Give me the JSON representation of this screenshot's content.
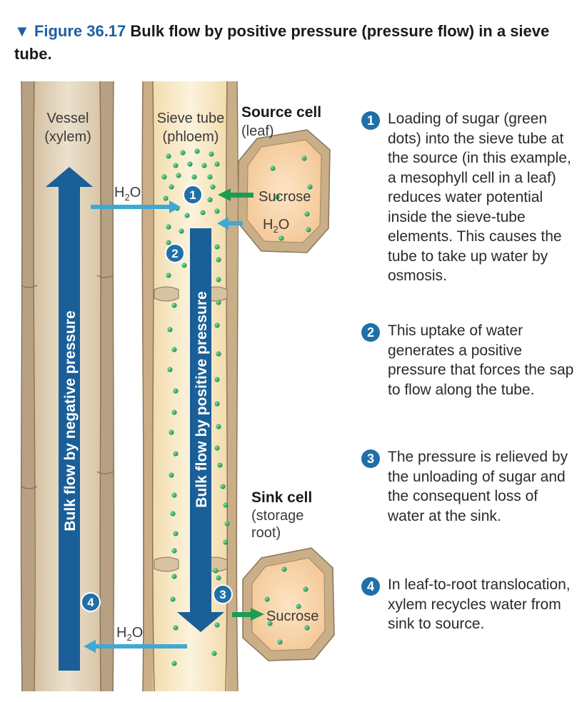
{
  "figure": {
    "label": "▼ Figure 36.17",
    "title": "Bulk flow by positive pressure (pressure flow) in a sieve tube."
  },
  "labels": {
    "vessel": "Vessel",
    "vessel_sub": "(xylem)",
    "sieve": "Sieve tube",
    "sieve_sub": "(phloem)",
    "source_cell": "Source cell",
    "source_sub": "(leaf)",
    "sink_cell": "Sink cell",
    "sink_sub1": "(storage",
    "sink_sub2": "root)",
    "sucrose_in": "Sucrose",
    "sucrose_out": "Sucrose",
    "h2o": "H",
    "h2o_sub": "2",
    "h2o_o": "O",
    "negative_pressure": "Bulk flow by negative pressure",
    "positive_pressure": "Bulk flow by positive pressure"
  },
  "markers": [
    "1",
    "2",
    "3",
    "4"
  ],
  "steps": [
    {
      "num": "1",
      "text": "Loading of sugar (green dots) into the sieve tube at the source (in this example, a mesophyll cell in a leaf) reduces water potential inside the sieve-tube elements. This causes the tube to take up water by osmosis."
    },
    {
      "num": "2",
      "text": "This uptake of water generates a positive pressure that forces the sap to flow along the tube."
    },
    {
      "num": "3",
      "text": "The pressure is relieved by the unloading of sugar and the consequent loss of water at the sink."
    },
    {
      "num": "4",
      "text": "In leaf-to-root translocation, xylem recycles water from sink to source."
    }
  ],
  "colors": {
    "title_blue": "#1f5fa3",
    "flow_arrow": "#1a5f97",
    "water_arrow": "#3fa8d4",
    "sucrose_arrow": "#1c9c52",
    "sugar_dot": "#1e9d5a",
    "marker": "#1f6fa8"
  }
}
